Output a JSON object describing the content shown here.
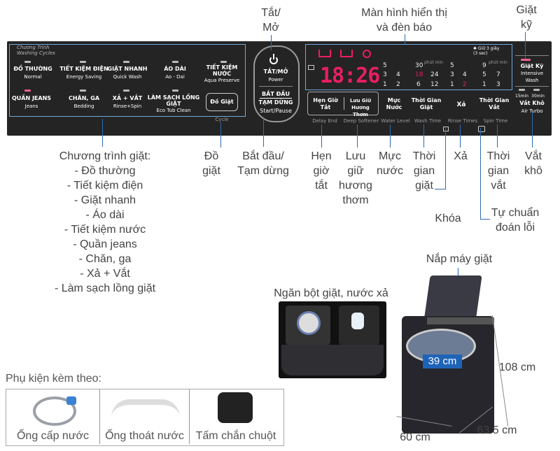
{
  "callouts": {
    "tat_mo": "Tắt/\nMở",
    "man_hinh": "Màn hình hiển thị\nvà đèn báo",
    "giat_ky": "Giặt\nkỹ",
    "chuong_trinh_title": "Chương trình giặt:",
    "chuong_trinh_items": [
      "- Đồ thường",
      "- Tiết kiệm điện",
      "- Giặt nhanh",
      "- Áo dài",
      "- Tiết kiệm nước",
      "- Quần jeans",
      "- Chăn, ga",
      "- Xả + Vắt",
      "- Làm sạch lồng giặt"
    ],
    "do_giat": "Đồ\ngiặt",
    "bat_dau": "Bắt đầu/\nTạm dừng",
    "hen_gio": "Hẹn\ngiờ\ntắt",
    "luu_giu": "Lưu\ngiữ\nhương\nthơm",
    "muc_nuoc": "Mực\nnước",
    "thoi_gian_giat": "Thời\ngian\ngiặt",
    "xa": "Xả",
    "thoi_gian_vat": "Thời\ngian\nvắt",
    "vat_kho": "Vắt\nkhô",
    "khoa": "Khóa",
    "tu_chuan_doan": "Tự chuẩn\nđoán lỗi",
    "nap_may": "Nắp máy giặt",
    "ngan_bot": "Ngăn bột giặt, nước xả",
    "dim_39": "39 cm",
    "dim_108": "108 cm",
    "dim_60": "60 cm",
    "dim_635": "63.5 cm"
  },
  "panel": {
    "washing_title": "Chương Trình",
    "washing_sub": "Washing Cycles",
    "programs": [
      {
        "vi": "ĐỒ THƯỜNG",
        "en": "Normal"
      },
      {
        "vi": "TIẾT KIỆM ĐIỆN",
        "en": "Energy Saving"
      },
      {
        "vi": "GIẶT NHANH",
        "en": "Quick Wash"
      },
      {
        "vi": "ÁO DÀI",
        "en": "Ao - Dai"
      },
      {
        "vi": "TIẾT KIỆM NƯỚC",
        "en": "Aqua Preserve"
      },
      {
        "vi": "QUẦN JEANS",
        "en": "Jeans"
      },
      {
        "vi": "CHĂN, GA",
        "en": "Bedding"
      },
      {
        "vi": "XẢ + VẮT",
        "en": "Rinse+Spin"
      },
      {
        "vi": "LÀM SẠCH LỒNG GIẶT",
        "en": "Eco Tub Clean"
      }
    ],
    "power_vi": "TẮT/MỞ",
    "power_en": "Power",
    "start_vi1": "BẮT ĐẦU",
    "start_vi2": "TẠM DỪNG",
    "start_en": "Start/Pause",
    "cycle_btn": "Đồ Giặt",
    "cycle_en": "Cycle",
    "display_digits": "18:26",
    "hold3": "✱ Giữ 3 giây\n(3 sec)",
    "buttons": [
      {
        "vi": "Hẹn Giờ Tắt",
        "en": "Delay End"
      },
      {
        "vi": "Lưu Giữ Hương Thơm",
        "en": "Deep Softener"
      },
      {
        "vi": "Mực Nước",
        "en": "Water Level"
      },
      {
        "vi": "Thời Gian Giặt",
        "en": "Wash Time"
      },
      {
        "vi": "Xả",
        "en": "Rinse Times"
      },
      {
        "vi": "Thời Gian Vắt",
        "en": "Spin Time"
      }
    ],
    "intensive_vi": "Giặt Kỹ",
    "intensive_en": "Intensive Wash",
    "airturbo_vi": "Vắt Khô",
    "airturbo_en": "Air Turbo",
    "min15": "15min",
    "min30": "30min",
    "phut": "phút\nmin"
  },
  "accessories": {
    "title": "Phụ kiện kèm theo:",
    "items": [
      "Ống cấp nước",
      "Ống thoát nước",
      "Tấm chắn chuột"
    ]
  }
}
